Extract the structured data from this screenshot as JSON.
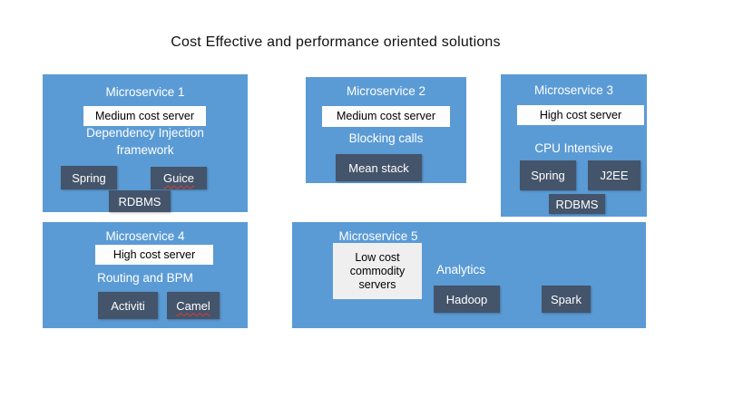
{
  "title": "Cost Effective and performance oriented solutions",
  "colors": {
    "box_fill": "#5b9bd5",
    "tag_fill": "#44546a",
    "server_label_fill": "#fdfdfd",
    "title_text": "#111111",
    "spellcheck_underline": "#e03c31"
  },
  "boxes": [
    {
      "title": "Microservice 1",
      "server": "Medium cost server",
      "description": "Dependency Injection framework",
      "tags": [
        "Spring",
        "Guice",
        "RDBMS"
      ]
    },
    {
      "title": "Microservice 2",
      "server": "Medium cost server",
      "description": "Blocking calls",
      "tags": [
        "Mean stack"
      ]
    },
    {
      "title": "Microservice 3",
      "server": "High cost server",
      "description": "CPU Intensive",
      "tags": [
        "Spring",
        "J2EE",
        "RDBMS"
      ]
    },
    {
      "title": "Microservice 4",
      "server": "High cost server",
      "description": "Routing and BPM",
      "tags": [
        "Activiti",
        "Camel"
      ]
    },
    {
      "title": "Microservice 5",
      "server": "Low cost commodity servers",
      "description": "Analytics",
      "tags": [
        "Hadoop",
        "Spark"
      ]
    }
  ]
}
